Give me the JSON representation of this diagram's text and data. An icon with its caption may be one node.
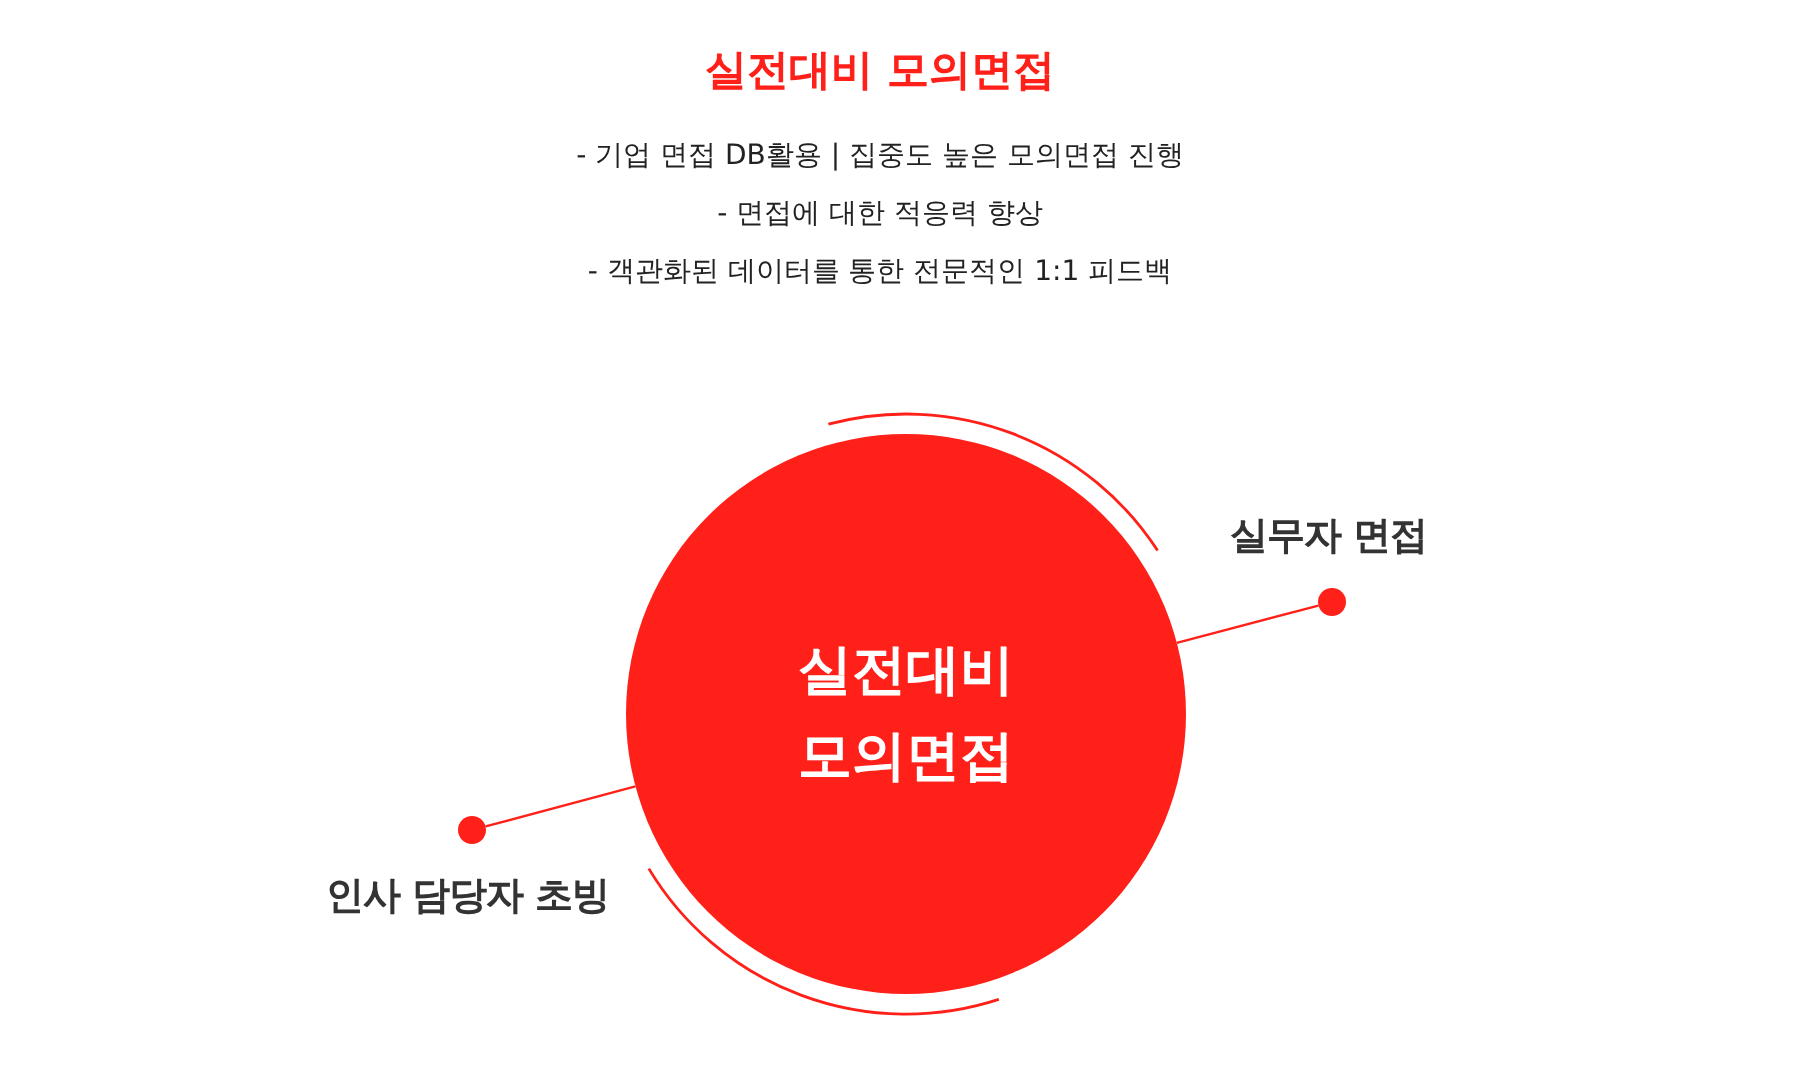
{
  "diagram": {
    "title": "실전대비 모의면접",
    "nodes": [
      {
        "text": [
          "실전대비 모의면접"
        ]
      },
      {
        "text": [],
        "shape": "circle",
        "beside": [
          "실무자 면접"
        ]
      },
      {
        "text": [],
        "shape": "circle"
      }
    ],
    "edges": [
      {
        "from": 0,
        "to": 1,
        "arrow": "none"
      },
      {
        "from": 0,
        "to": 2,
        "arrow": "none"
      }
    ],
    "labels": [
      "- 기업 면접 DB활용 | 집중도 높은 모의면접 진행",
      "- 면접에 대한 적응력 향상",
      "- 객관화된 데이터를 통한 전문적인 1:1 피드백",
      "인사 담당자 초빙"
    ]
  }
}
